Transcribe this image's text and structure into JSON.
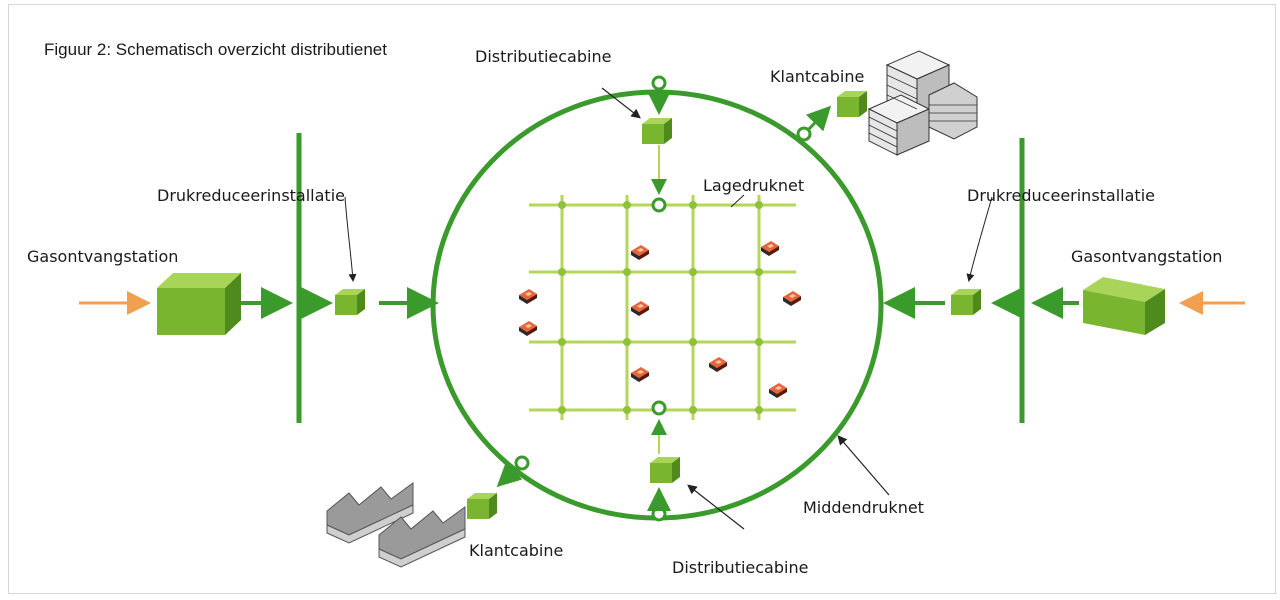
{
  "figure": {
    "caption": "Figuur 2: Schematisch overzicht distributienet"
  },
  "labels": {
    "gas_left": "Gasontvangstation",
    "gas_right": "Gasontvangstation",
    "druk_left": "Drukreduceerinstallatie",
    "druk_right": "Drukreduceerinstallatie",
    "distributie_top": "Distributiecabine",
    "distributie_bottom": "Distributiecabine",
    "klant_top": "Klantcabine",
    "klant_bottom": "Klantcabine",
    "lagedruk": "Lagedruknet",
    "middendruk": "Middendruknet"
  },
  "colors": {
    "ring_green": "#3a9a2c",
    "grid_green": "#b6d65a",
    "box_green": "#7ab530",
    "arrow_orange": "#f0a050",
    "meter_red": "#d84b1e"
  }
}
